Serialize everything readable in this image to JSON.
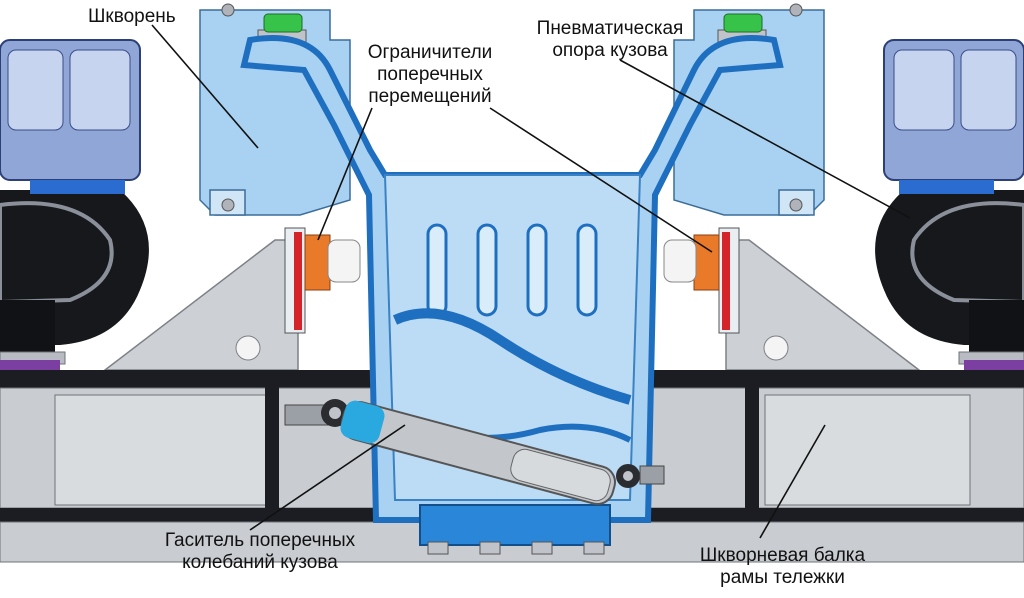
{
  "labels": {
    "kingpin": "Шкворень",
    "limiters_1": "Ограничители",
    "limiters_2": "поперечных",
    "limiters_3": "перемещений",
    "air_spring_1": "Пневматическая",
    "air_spring_2": "опора кузова",
    "damper_1": "Гаситель поперечных",
    "damper_2": "колебаний кузова",
    "bolster_1": "Шкворневая балка",
    "bolster_2": "рамы тележки"
  },
  "colors": {
    "housing": "#a9d2f2",
    "housing_edge": "#1f6fc0",
    "frame_gray": "#c9ccd0",
    "dark": "#1b1d22",
    "module": "#8fa6d6",
    "orange": "#e87a2a",
    "red": "#d5232a",
    "green": "#37c24a",
    "cyan": "#2aa8e0",
    "purple": "#7a3fa0"
  }
}
